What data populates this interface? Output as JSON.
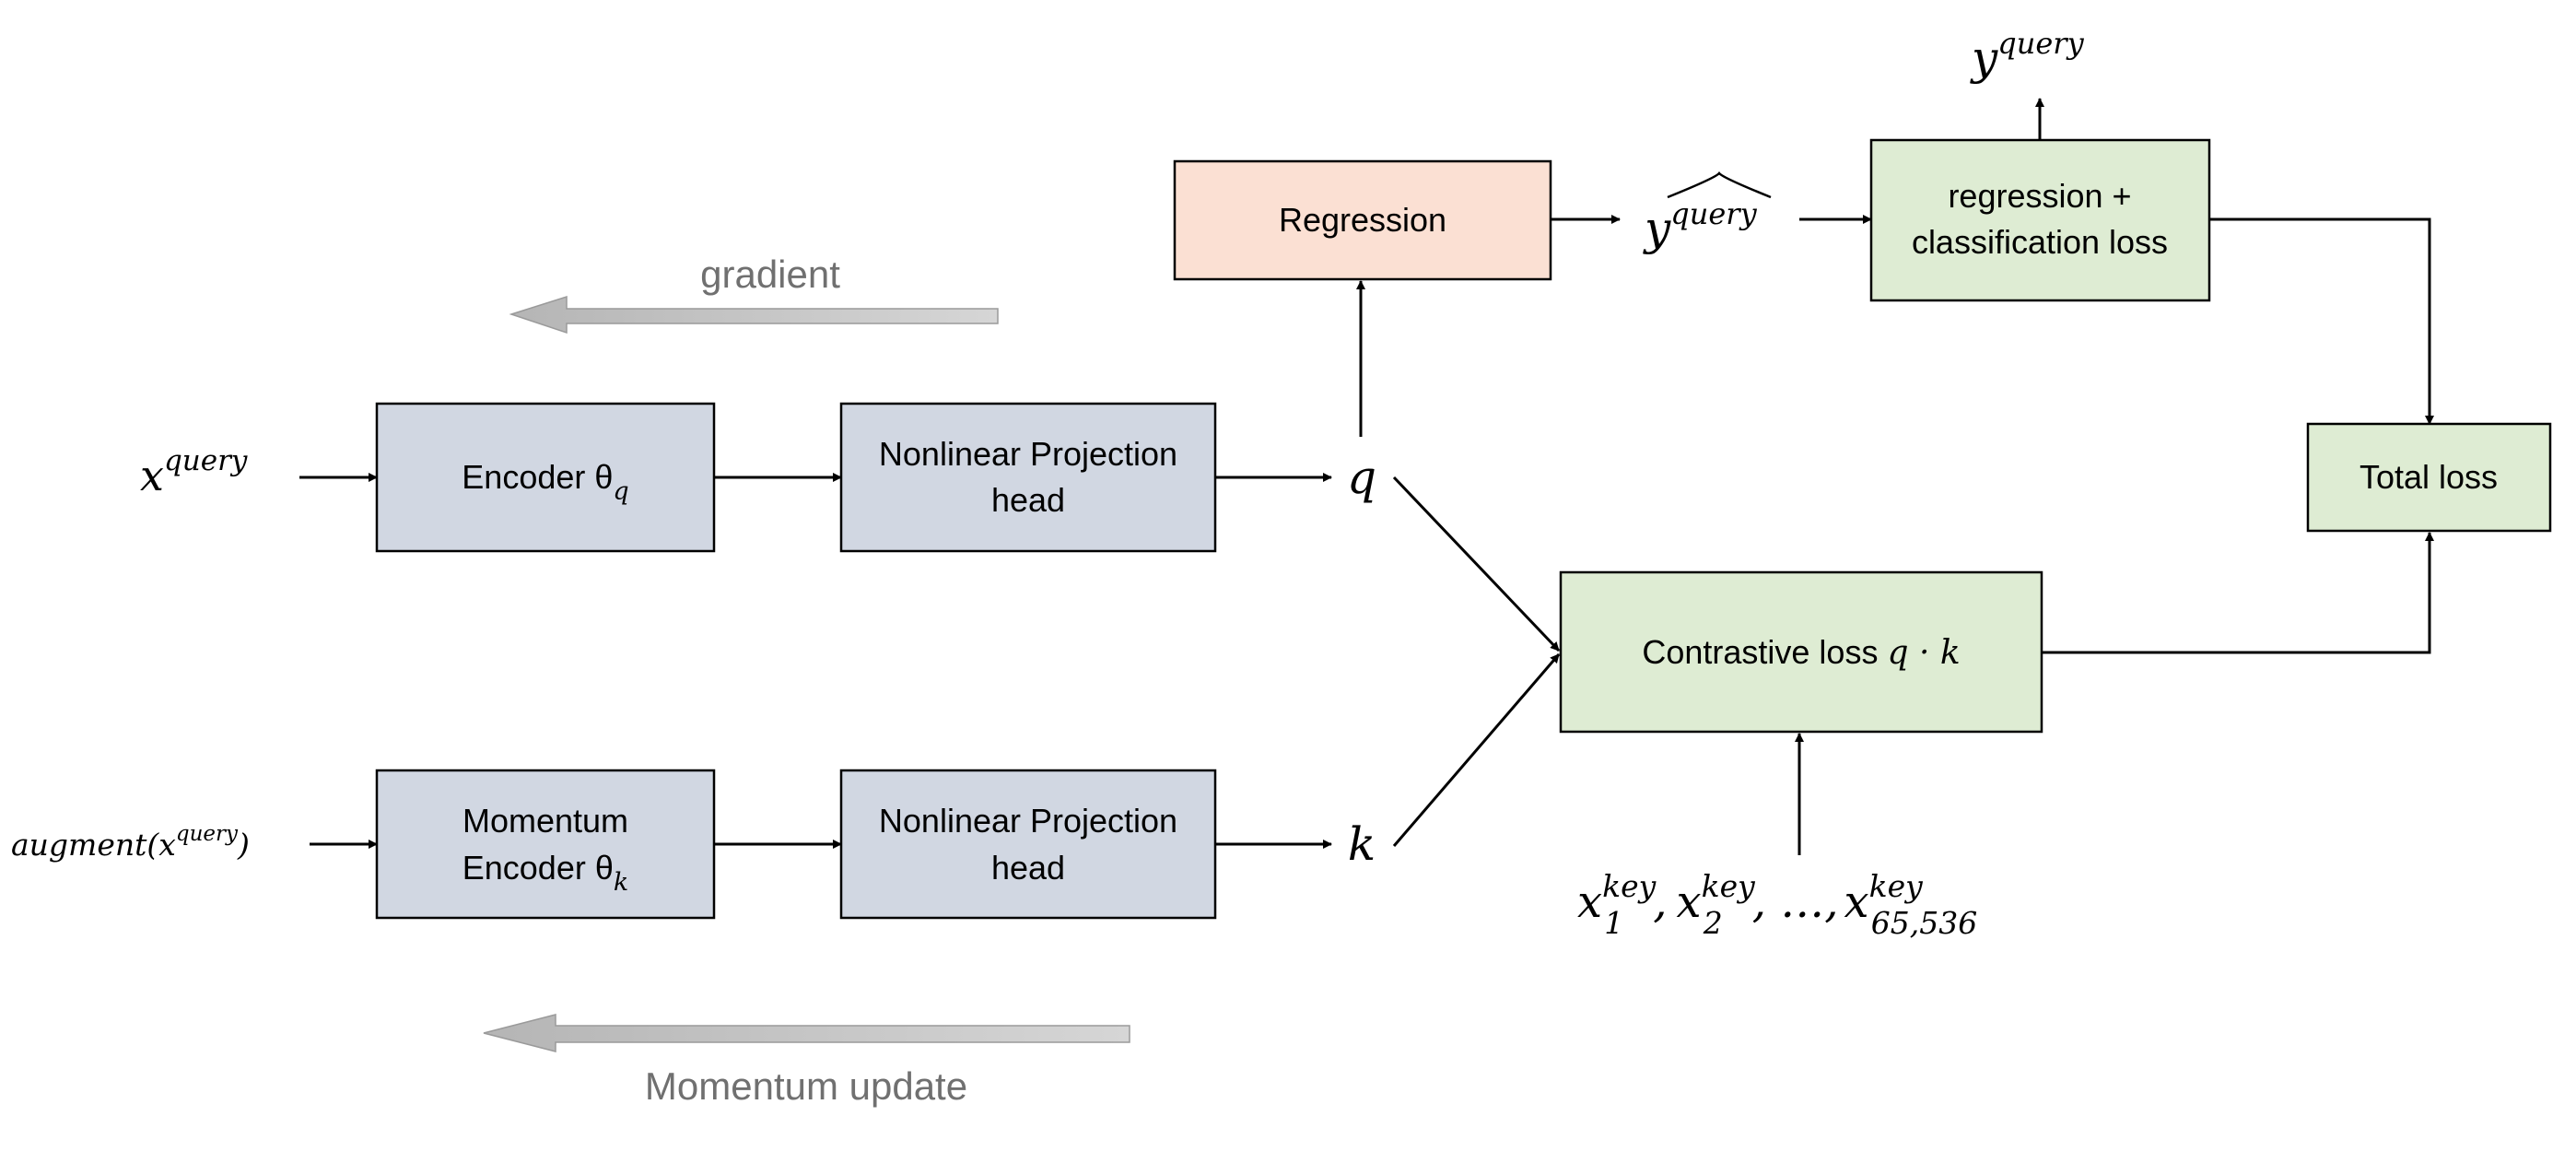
{
  "colors": {
    "encoder_fill": "#d1d7e2",
    "regression_fill": "#fbe0d3",
    "loss_fill": "#deecd3",
    "grey_arrow": "#c4c4c4",
    "grey_text": "#707070"
  },
  "inputs": {
    "query_base": "x",
    "query_sup": "query",
    "augment_prefix": "augment(x",
    "augment_sup": "query",
    "augment_suffix": ")"
  },
  "boxes": {
    "encoder_label": "Encoder θ",
    "encoder_sub": "q",
    "momentum_encoder_line1": "Momentum",
    "momentum_encoder_line2": "Encoder θ",
    "momentum_encoder_sub": "k",
    "projection_line1": "Nonlinear Projection",
    "projection_line2": "head",
    "regression": "Regression",
    "reg_loss_line1": "regression +",
    "reg_loss_line2": "classification loss",
    "total_loss": "Total loss",
    "contrastive_label": "Contrastive loss",
    "contrastive_math": "q · k"
  },
  "variables": {
    "q": "q",
    "k": "k",
    "y_base": "y",
    "y_sup": "query",
    "y_hat_sup": "query"
  },
  "keys": {
    "base": "x",
    "sup": "key",
    "sub1": "1",
    "sub2": "2",
    "sub_last": "65,536",
    "separator": ",",
    "ellipsis": ", …,"
  },
  "annotations": {
    "gradient": "gradient",
    "momentum_update": "Momentum update"
  }
}
